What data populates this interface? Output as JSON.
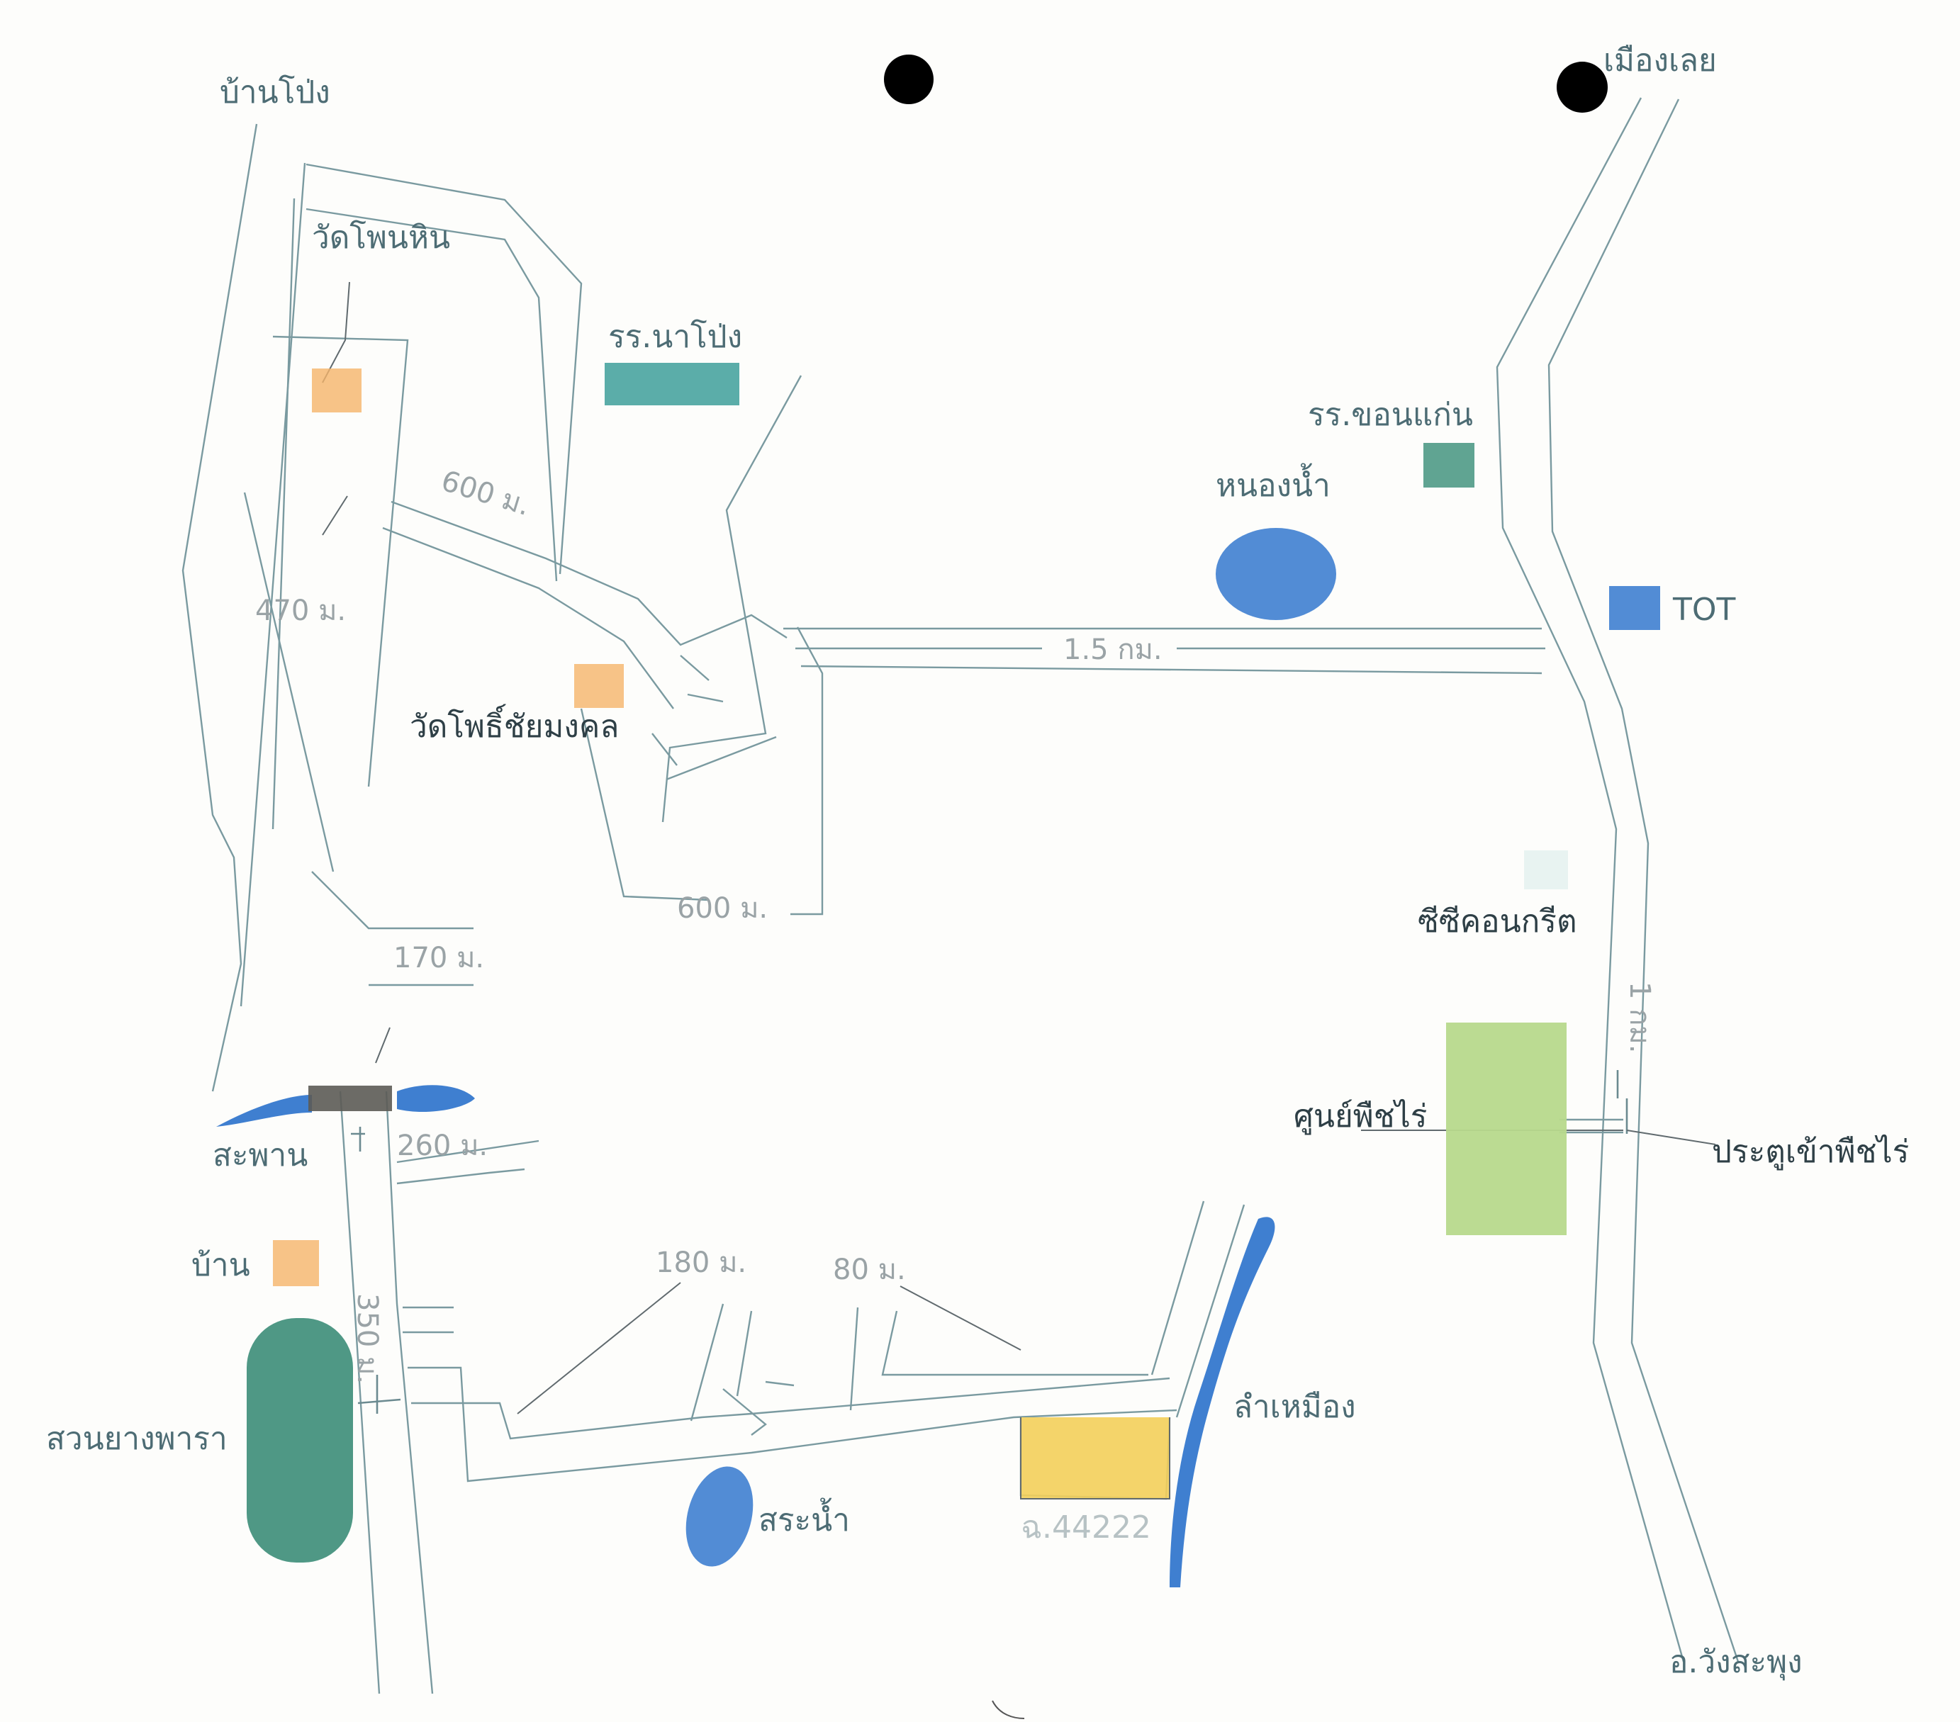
{
  "places": {
    "ban_pong": "บ้านโป่ง",
    "muang_loei": "เมืองเลย",
    "wat_phon_hin": "วัดโพนหิน",
    "school_na_pong": "รร.นาโป่ง",
    "school_khon_kaen": "รร.ขอนแก่น",
    "pond": "หนองน้ำ",
    "tot": "TOT",
    "wat_pho_chai": "วัดโพธิ์ชัยมงคล",
    "cc_concrete": "ซีซีคอนกรีต",
    "field_crop_center": "ศูนย์พืชไร่",
    "field_crop_gate": "ประตูเข้าพืชไร่",
    "bridge": "สะพาน",
    "house": "บ้าน",
    "rubber_garden": "สวนยางพารา",
    "stream": "ลำเหมือง",
    "reservoir": "สระน้ำ",
    "plot": "ฉ.44222",
    "wang_saphung": "อ.วังสะพุง"
  },
  "distances": {
    "d600_a": "600 ม.",
    "d470": "470 ม.",
    "d15km": "1.5 กม.",
    "d600_b": "600 ม.",
    "d170": "170 ม.",
    "d260": "260 ม.",
    "d180": "180 ม.",
    "d80": "80 ม.",
    "d350": "350 ม.",
    "d1km": "1 กม."
  },
  "colors": {
    "road": "#7a9aa0",
    "orange": "#f5b46a",
    "teal": "#3e9f9a",
    "green_teal": "#4f9a86",
    "blue": "#3f7fd0",
    "light_green": "#b7d98c",
    "yellow": "#f3cf5a",
    "rubber": "#3c8d78",
    "bridge": "#5c5b55"
  },
  "icons": [
    "hole-punch-dot",
    "hole-punch-dot"
  ]
}
